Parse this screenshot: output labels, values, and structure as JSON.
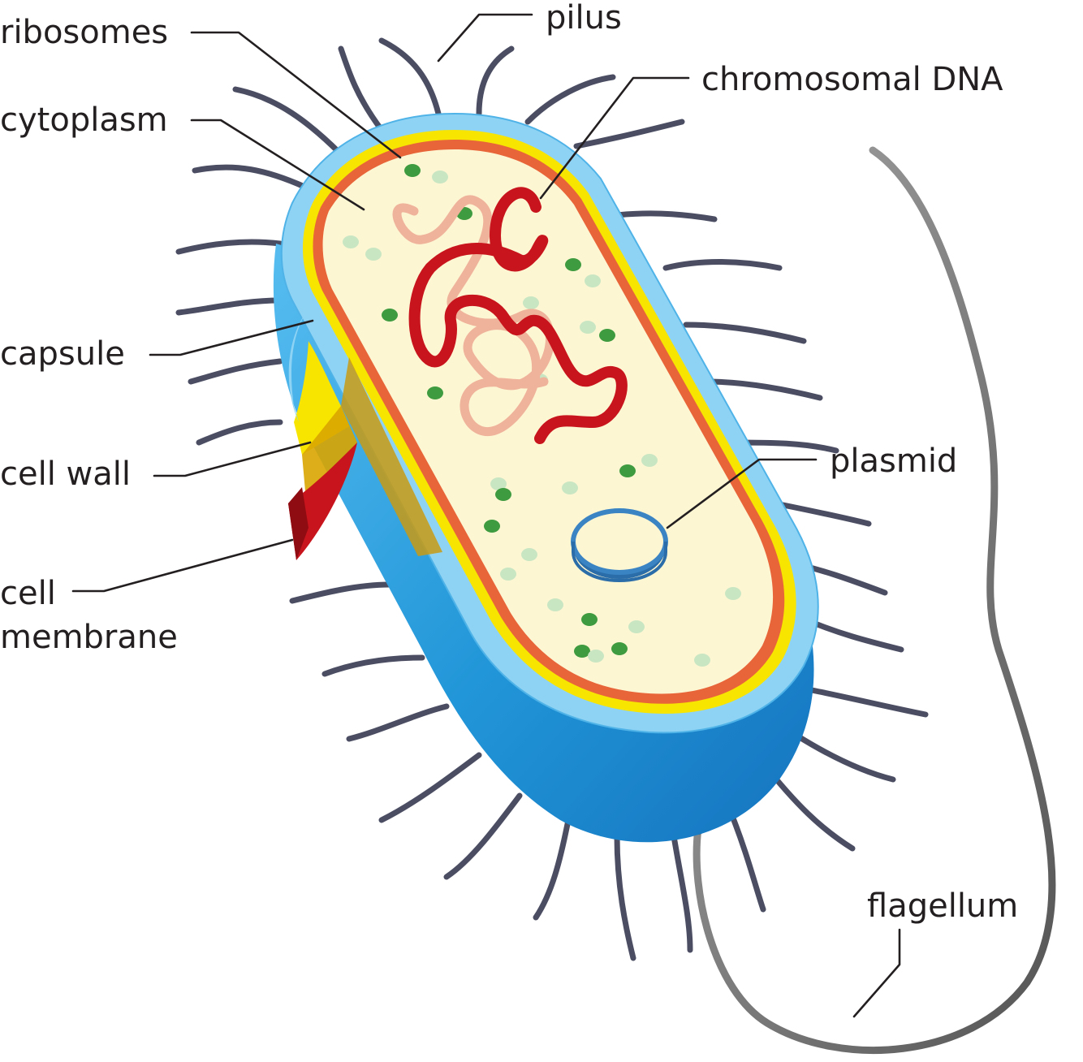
{
  "labels": {
    "ribosomes": "ribosomes",
    "cytoplasm": "cytoplasm",
    "capsule": "capsule",
    "cell_wall": "cell wall",
    "cell_membrane_line1": "cell",
    "cell_membrane_line2": "membrane",
    "pilus": "pilus",
    "chromosomal_dna": "chromosomal DNA",
    "plasmid": "plasmid",
    "flagellum": "flagellum"
  },
  "colors": {
    "capsule": "#2a9ed8",
    "capsule_light": "#8fd3f4",
    "cell_wall": "#f7e500",
    "cell_membrane": "#e8653a",
    "cytoplasm": "#fdf6d3",
    "ribosome": "#3f9b3f",
    "ribosome_light": "#c9e6c3",
    "dna_dark": "#c8141c",
    "dna_light": "#efb29a",
    "plasmid": "#3a84c4",
    "pili": "#4b4e63",
    "flagellum": "#8b8b8b",
    "leader_line": "#231f20"
  }
}
